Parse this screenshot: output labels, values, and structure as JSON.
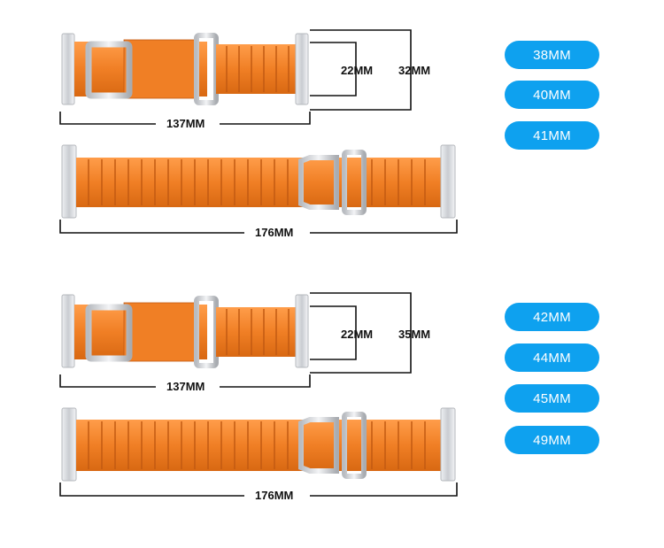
{
  "colors": {
    "band": "#f0822a",
    "band_dark": "#c25a12",
    "band_light": "#ff9a45",
    "pill": "#0ea1ef",
    "metal": "#d9dbdf",
    "line": "#111111"
  },
  "group1": {
    "short_len": "137MM",
    "long_len": "176MM",
    "inner_width": "22MM",
    "outer_width": "32MM",
    "sizes": [
      "38MM",
      "40MM",
      "41MM"
    ]
  },
  "group2": {
    "short_len": "137MM",
    "long_len": "176MM",
    "inner_width": "22MM",
    "outer_width": "35MM",
    "sizes": [
      "42MM",
      "44MM",
      "45MM",
      "49MM"
    ]
  }
}
